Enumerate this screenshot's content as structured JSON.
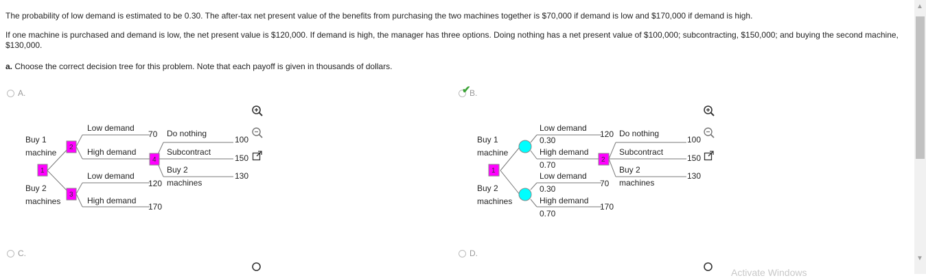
{
  "question": {
    "p1": "The probability of low demand is estimated to be 0.30. The after-tax net present value of the benefits from purchasing the two machines together is $70,000 if demand is low and $170,000 if demand is high.",
    "p2": "If one machine is purchased and demand is low, the net present value is $120,000. If demand is high, the manager has three options. Doing nothing has a net present value of $100,000; subcontracting, $150,000; and buying the second machine, $130,000.",
    "p3_prefix": "a.",
    "p3_text": " Choose the correct decision tree for this problem. Note that each payoff is given in thousands of dollars."
  },
  "options": [
    {
      "label": "A.",
      "selected": false
    },
    {
      "label": "B.",
      "selected": true
    },
    {
      "label": "C.",
      "selected": false
    },
    {
      "label": "D.",
      "selected": false
    }
  ],
  "tree_a": {
    "buy1": "Buy 1",
    "machine": "machine",
    "buy2": "Buy 2",
    "machines": "machines",
    "node1": "1",
    "node2": "2",
    "node3": "3",
    "node4": "4",
    "low_demand": "Low demand",
    "high_demand": "High demand",
    "v70": "70",
    "v120": "120",
    "v170": "170",
    "do_nothing": "Do nothing",
    "subcontract": "Subcontract",
    "buy2_opt": "Buy 2",
    "buy2_machines": "machines",
    "v100": "100",
    "v150": "150",
    "v130": "130"
  },
  "tree_b": {
    "buy1": "Buy 1",
    "machine": "machine",
    "buy2": "Buy 2",
    "machines": "machines",
    "node1": "1",
    "node2": "2",
    "low_demand": "Low demand",
    "high_demand": "High demand",
    "p030": "0.30",
    "p070": "0.70",
    "v120": "120",
    "v70": "70",
    "v170": "170",
    "do_nothing": "Do nothing",
    "subcontract": "Subcontract",
    "buy2_opt": "Buy 2",
    "buy2_machines": "machines",
    "v100": "100",
    "v150": "150",
    "v130": "130"
  },
  "colors": {
    "decision_node": "#ff00ff",
    "chance_node": "#00ffff",
    "check": "#3aa335"
  },
  "icons": [
    "zoom-in-icon",
    "zoom-out-icon",
    "popout-icon"
  ],
  "watermark": "Activate Windows"
}
